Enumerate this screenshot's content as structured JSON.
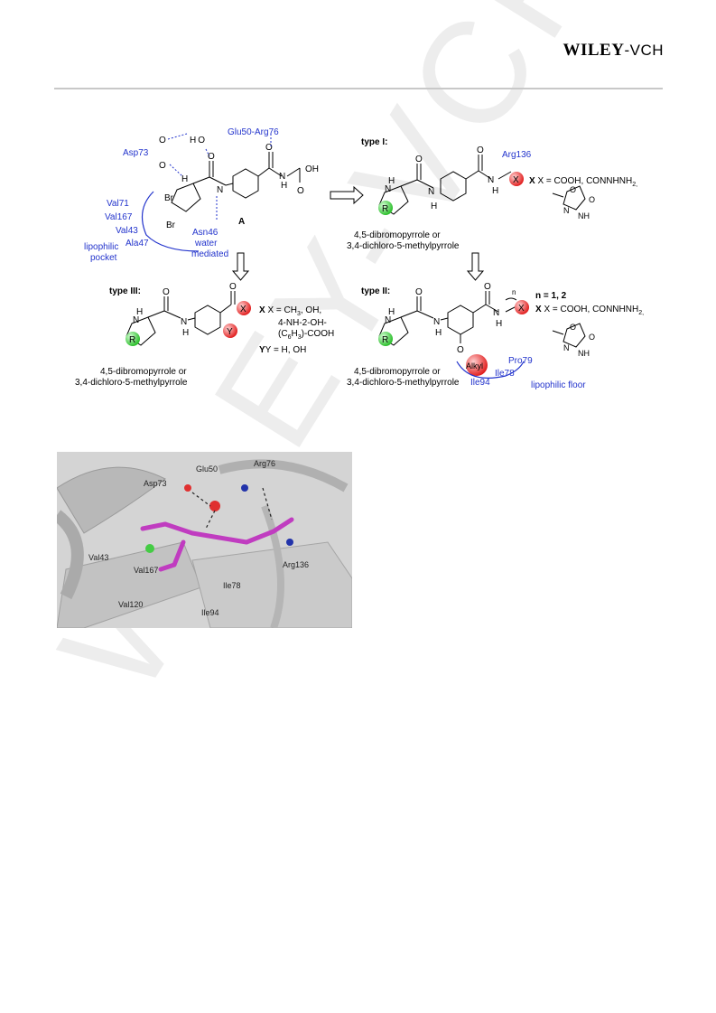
{
  "header": {
    "logo_main": "WILEY",
    "logo_suffix": "-VCH"
  },
  "watermark": "WILEY-VCH",
  "scheme": {
    "compound_A": {
      "label": "A",
      "residues": {
        "asp73": "Asp73",
        "glu_arg": "Glu50-Arg76",
        "asn46": "Asn46",
        "water_mediated": [
          "water",
          "mediated"
        ],
        "val71": "Val71",
        "val167": "Val167",
        "val43": "Val43",
        "ala47": "Ala47",
        "lipophilic_pocket": [
          "lipophilic",
          "pocket"
        ]
      },
      "atoms": {
        "br": "Br",
        "o": "O",
        "h": "H",
        "n": "N",
        "oh": "OH",
        "water": "H O"
      }
    },
    "type1": {
      "title": "type I:",
      "arg": "Arg136",
      "x_def": "X = COOH, CONNHNH",
      "x_def_sub": "2,",
      "pyrrole": [
        "4,5-dibromopyrrole or",
        "3,4-dichloro-5-methylpyrrole"
      ],
      "oxadiazole": {
        "o": "O",
        "n": "N",
        "nh": "NH",
        "co": "O"
      }
    },
    "type2": {
      "title": "type II:",
      "n_def": "n = 1, 2",
      "x_def": "X = COOH, CONNHNH",
      "x_def_sub": "2,",
      "alkyl": "Alkyl",
      "pro79": "Pro79",
      "ile78": "Ile78",
      "ile94": "Ile94",
      "lipophilic_floor": "lipophilic floor",
      "pyrrole": [
        "4,5-dibromopyrrole or",
        "3,4-dichloro-5-methylpyrrole"
      ]
    },
    "type3": {
      "title": "type III:",
      "x_def": [
        "X = CH",
        "3",
        ", OH,",
        "4-NH-2-OH-",
        "(C",
        "6",
        "H",
        "3",
        ")-COOH"
      ],
      "y_def": "Y = H, OH",
      "pyrrole": [
        "4,5-dibromopyrrole or",
        "3,4-dichloro-5-methylpyrrole"
      ]
    },
    "markers": {
      "r": "R",
      "x": "X",
      "y": "Y",
      "n": "n"
    }
  },
  "render_labels": {
    "glu50": "Glu50",
    "arg76": "Arg76",
    "asp73": "Asp73",
    "val43": "Val43",
    "val167": "Val167",
    "val120": "Val120",
    "ile78": "Ile78",
    "ile94": "Ile94",
    "arg136": "Arg136"
  },
  "colors": {
    "blue": "#2233cc",
    "green": "#33cc33",
    "red": "#e82020",
    "magenta": "#c03cc0",
    "ribbon": "#bdbdbd"
  }
}
